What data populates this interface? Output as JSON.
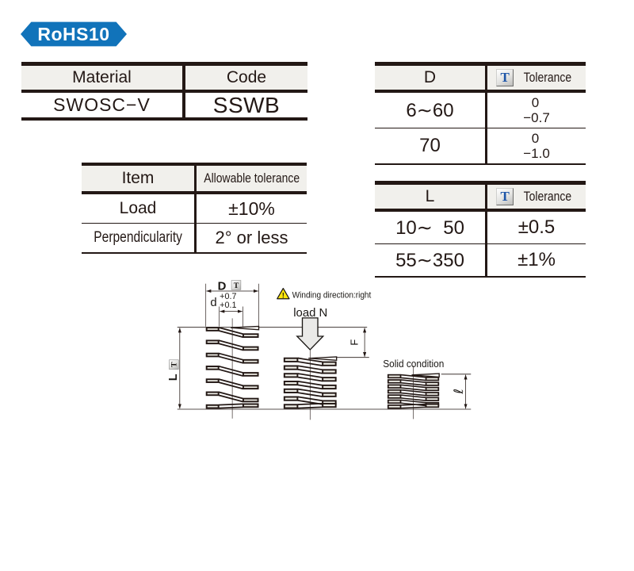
{
  "badge": {
    "label": "RoHS10"
  },
  "tolerance_symbol": "T",
  "colors": {
    "badge_blue": "#1173ba",
    "dimension_letter_blue": "#0d78c0",
    "tolerance_symbol_blue": "#1e56a8",
    "warning_yellow": "#ffe60a",
    "line_dark": "#231815",
    "table_header_bg": "#f1f0ec"
  },
  "table_material": {
    "headers": [
      "Material",
      "Code"
    ],
    "rows": [
      [
        "SWOSC−V",
        "SSWB"
      ]
    ]
  },
  "table_item": {
    "headers": [
      "Item",
      "Allowable tolerance"
    ],
    "rows": [
      [
        "Load",
        "±10%"
      ],
      [
        "Perpendicularity",
        "2° or less"
      ]
    ]
  },
  "table_d": {
    "header_col1": "D",
    "header_col2": "Tolerance",
    "rows": [
      {
        "range": "6∼60",
        "tol_top": "0",
        "tol_bot": "−0.7"
      },
      {
        "range": "70",
        "tol_top": "0",
        "tol_bot": "−1.0"
      }
    ]
  },
  "table_l": {
    "header_col1": "L",
    "header_col2": "Tolerance",
    "rows": [
      [
        "10∼  50",
        "±0.5"
      ],
      [
        "55∼350",
        "±1%"
      ]
    ]
  },
  "drawing": {
    "d_outer": "D",
    "d_inner": "d",
    "d_tol_top": "+0.7",
    "d_tol_bot": "+0.1",
    "warning_mark": "!",
    "warning": "Winding direction:right",
    "load": "load N",
    "f": "F",
    "l": "L",
    "solid": "Solid condition",
    "ell": "ℓ"
  }
}
